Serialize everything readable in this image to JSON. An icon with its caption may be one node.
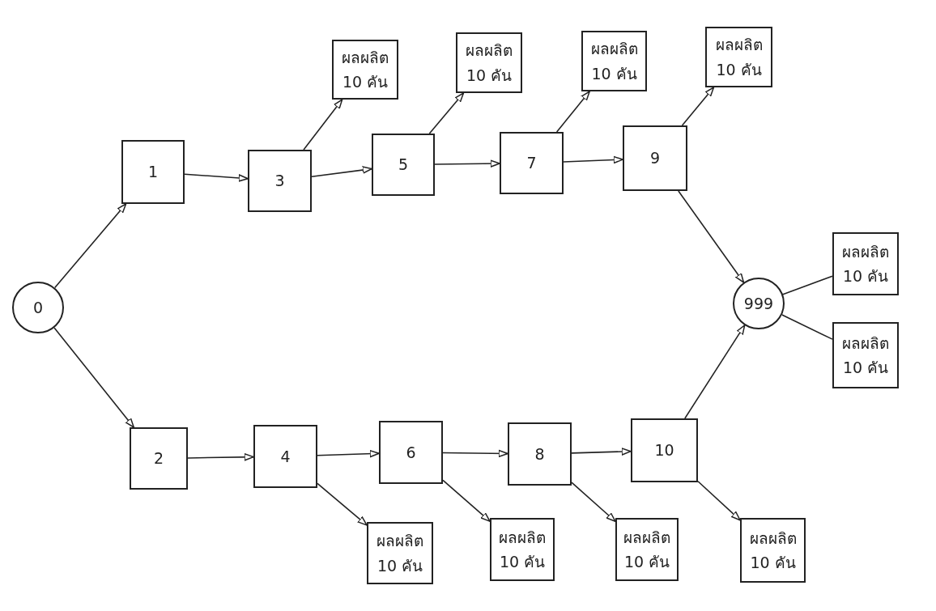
{
  "diagram": {
    "nodes": [
      {
        "text": [
          "0"
        ]
      },
      {
        "text": [
          "1"
        ]
      },
      {
        "text": [
          "2"
        ]
      },
      {
        "text": [
          "3"
        ]
      },
      {
        "text": [
          "4"
        ]
      },
      {
        "text": [
          "5"
        ]
      },
      {
        "text": [
          "6"
        ]
      },
      {
        "text": [
          "7"
        ]
      },
      {
        "text": [
          "8"
        ]
      },
      {
        "text": [
          "9"
        ]
      },
      {
        "text": [
          "10"
        ]
      },
      {
        "text": [
          "999"
        ]
      },
      {
        "text": [
          "ผลผลิต 10 คัน"
        ]
      },
      {
        "text": [
          "ผลผลิต 10 คัน"
        ]
      },
      {
        "text": [
          "ผลผลิต 10 คัน"
        ]
      },
      {
        "text": [
          "ผลผลิต 10 คัน"
        ]
      },
      {
        "text": [
          "ผลผลิต 10 คัน"
        ]
      },
      {
        "text": [
          "ผลผลิต 10 คัน"
        ]
      },
      {
        "text": [
          "ผลผลิต 10 คัน"
        ]
      },
      {
        "text": [
          "ผลผลิต 10 คัน"
        ]
      },
      {
        "text": [
          "ผลผลิต 10 คัน"
        ]
      },
      {
        "text": [
          "ผลผลิต 10 คัน"
        ]
      }
    ],
    "edges": [
      {
        "from": 0,
        "to": 1,
        "arrow": "to"
      },
      {
        "from": 0,
        "to": 2,
        "arrow": "to"
      },
      {
        "from": 1,
        "to": 3,
        "arrow": "to"
      },
      {
        "from": 3,
        "to": 12,
        "arrow": "to"
      },
      {
        "from": 3,
        "to": 5,
        "arrow": "to"
      },
      {
        "from": 5,
        "to": 13,
        "arrow": "to"
      },
      {
        "from": 5,
        "to": 7,
        "arrow": "to"
      },
      {
        "from": 7,
        "to": 14,
        "arrow": "to"
      },
      {
        "from": 7,
        "to": 9,
        "arrow": "to"
      },
      {
        "from": 9,
        "to": 15,
        "arrow": "to"
      },
      {
        "from": 9,
        "to": 11,
        "arrow": "to"
      },
      {
        "from": 11,
        "to": 16,
        "arrow": "none"
      },
      {
        "from": 11,
        "to": 17,
        "arrow": "none"
      },
      {
        "from": 2,
        "to": 4,
        "arrow": "to"
      },
      {
        "from": 4,
        "to": 6,
        "arrow": "to"
      },
      {
        "from": 4,
        "to": 18,
        "arrow": "to"
      },
      {
        "from": 6,
        "to": 8,
        "arrow": "to"
      },
      {
        "from": 6,
        "to": 19,
        "arrow": "to"
      },
      {
        "from": 8,
        "to": 10,
        "arrow": "to"
      },
      {
        "from": 8,
        "to": 20,
        "arrow": "to"
      },
      {
        "from": 10,
        "to": 11,
        "arrow": "to"
      },
      {
        "from": 10,
        "to": 21,
        "arrow": "to"
      }
    ]
  }
}
